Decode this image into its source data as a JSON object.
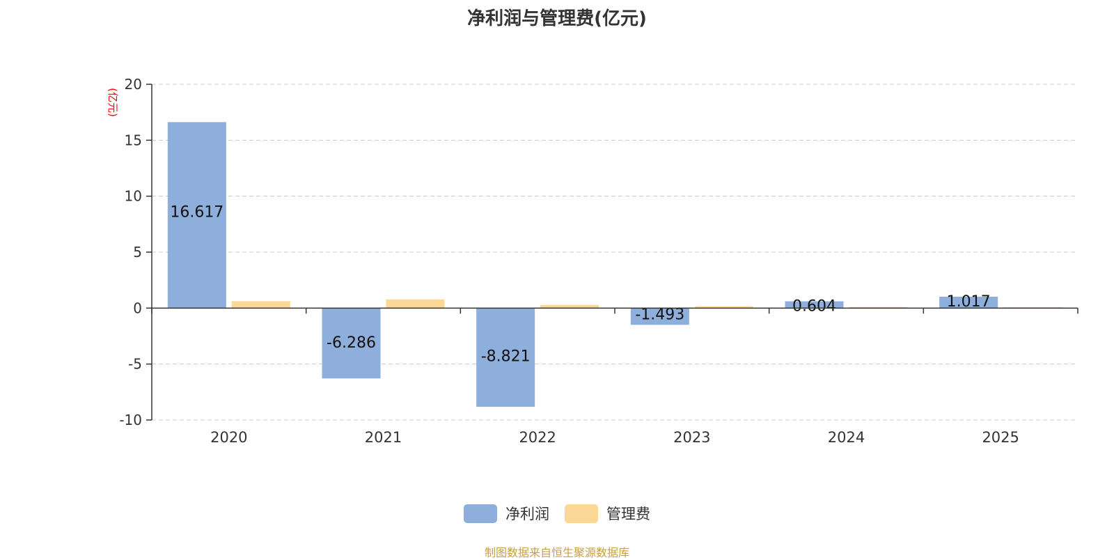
{
  "chart_data": {
    "type": "bar",
    "title": "净利润与管理费(亿元)",
    "ylabel": "(亿元)",
    "xlabel": "",
    "categories": [
      "2020",
      "2021",
      "2022",
      "2023",
      "2024",
      "2025"
    ],
    "series": [
      {
        "name": "净利润",
        "color": "#8eaedb",
        "values": [
          16.617,
          -6.286,
          -8.821,
          -1.493,
          0.604,
          1.017
        ],
        "labels": [
          "16.617",
          "-6.286",
          "-8.821",
          "-1.493",
          "0.604",
          "1.017"
        ]
      },
      {
        "name": "管理费",
        "color": "#fcd896",
        "values": [
          0.62,
          0.78,
          0.28,
          0.16,
          0.1,
          0.08
        ]
      }
    ],
    "ylim": [
      -10,
      20
    ],
    "yticks": [
      -10,
      -5,
      0,
      5,
      10,
      15,
      20
    ],
    "grid": true,
    "legend_position": "bottom"
  },
  "colors": {
    "axis_label": "#ff0000",
    "text": "#333333",
    "grid": "#cccccc",
    "source": "#c8a040"
  },
  "source_note": "制图数据来自恒生聚源数据库"
}
